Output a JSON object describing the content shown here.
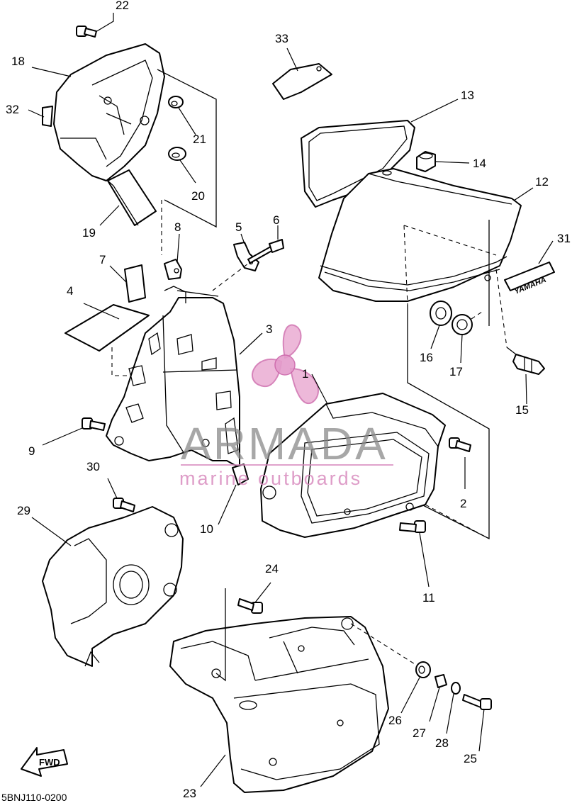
{
  "diagram": {
    "code": "5BNJ110-0200",
    "fwd_label": "FWD",
    "emblem_text": "YAMAHA",
    "watermark": {
      "brand": "ARMADA",
      "tagline": "marine outboards"
    },
    "callouts": [
      "1",
      "2",
      "3",
      "4",
      "5",
      "6",
      "7",
      "8",
      "9",
      "10",
      "11",
      "12",
      "13",
      "14",
      "15",
      "16",
      "17",
      "18",
      "19",
      "20",
      "21",
      "22",
      "23",
      "24",
      "25",
      "26",
      "27",
      "28",
      "29",
      "30",
      "31",
      "32",
      "33"
    ]
  }
}
